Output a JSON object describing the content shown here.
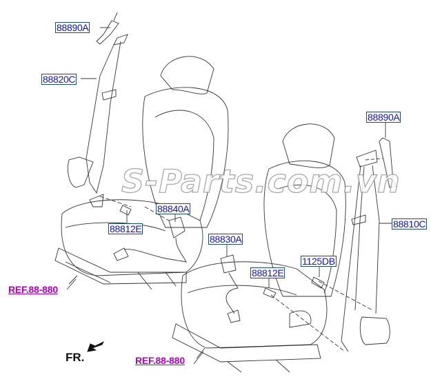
{
  "labels": {
    "upper_anchor_left": "88890A",
    "belt_left": "88820C",
    "buckle_left": "88840A",
    "bolt_left": "88812E",
    "buckle_right": "88830A",
    "bolt_right": "88812E",
    "bolt_1125": "1125DB",
    "upper_anchor_right": "88890A",
    "belt_right": "88810C"
  },
  "references": {
    "ref_left": "REF.88-880",
    "ref_bottom": "REF.88-880"
  },
  "direction": {
    "label": "FR."
  },
  "watermark": "S-Parts.com.vn",
  "colors": {
    "part_number": "#1010d0",
    "reference": "#b000c0",
    "line": "#333333"
  }
}
